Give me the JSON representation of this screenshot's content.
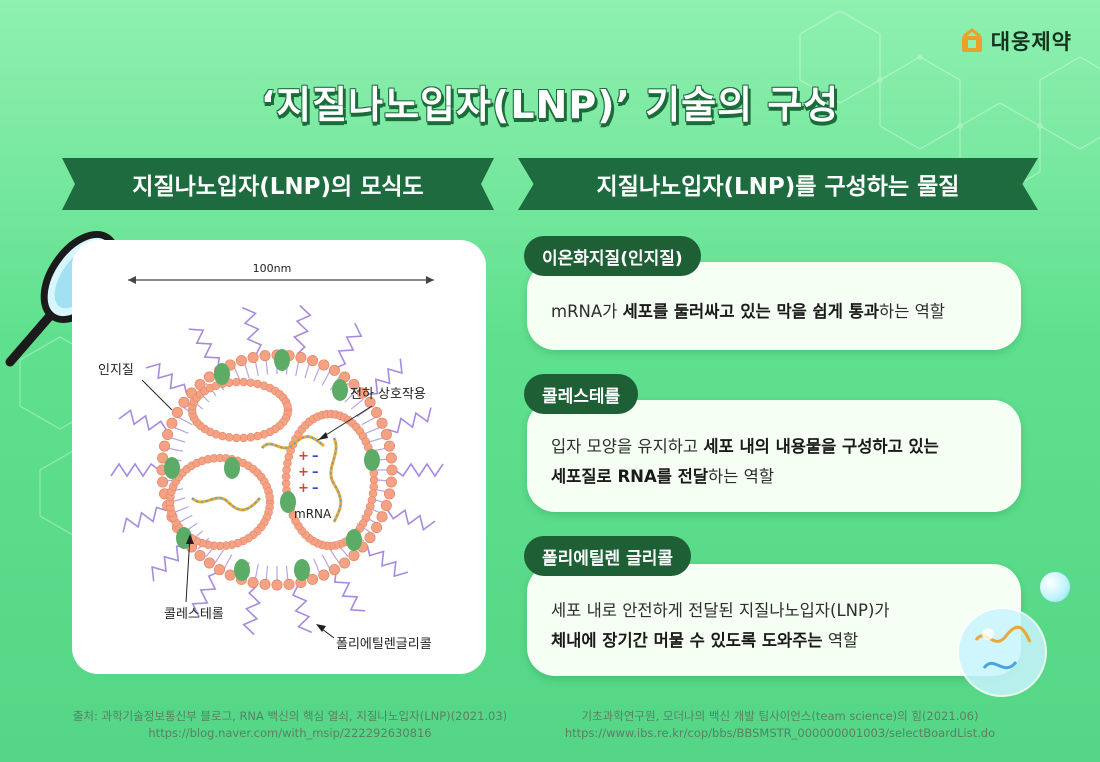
{
  "brand": {
    "name": "대웅제약"
  },
  "title": "‘지질나노입자(LNP)’ 기술의 구성",
  "left_section": {
    "heading": "지질나노입자(LNP)의 모식도",
    "diagram": {
      "scale": "100nm",
      "labels": {
        "lipid": "인지질",
        "charge": "전하 상호작용",
        "mrna": "mRNA",
        "cholesterol": "콜레스테롤",
        "peg": "폴리에틸렌글리콜"
      }
    }
  },
  "right_section": {
    "heading": "지질나노입자(LNP)를 구성하는 물질",
    "items": [
      {
        "name": "이온화지질(인지질)",
        "lines": [
          {
            "plain1": "mRNA가 ",
            "bold": "세포를 둘러싸고 있는 막을 쉽게 통과",
            "plain2": "하는 역할"
          }
        ]
      },
      {
        "name": "콜레스테롤",
        "lines": [
          {
            "plain1": "입자 모양을 유지하고 ",
            "bold": "세포 내의 내용물을 구성하고 있는",
            "plain2": ""
          },
          {
            "plain1": "",
            "bold": "세포질로 RNA를 전달",
            "plain2": "하는 역할"
          }
        ]
      },
      {
        "name": "폴리에틸렌 글리콜",
        "lines": [
          {
            "plain1": "세포 내로 안전하게 전달된 지질나노입자(LNP)가",
            "bold": "",
            "plain2": ""
          },
          {
            "plain1": "",
            "bold": "체내에 장기간 머물 수 있도록 도와주는",
            "plain2": " 역할"
          }
        ]
      }
    ]
  },
  "sources": {
    "left": {
      "line1": "출처: 과학기술정보통신부 블로그, RNA 백신의 핵심 열쇠, 지질나노입자(LNP)(2021.03)",
      "line2": "https://blog.naver.com/with_msip/222292630816"
    },
    "right": {
      "line1": "기초과학연구원, 모더나의 백신 개발 팀사이언스(team science)의 힘(2021.06)",
      "line2": "https://www.ibs.re.kr/cop/bbs/BBSMSTR_000000001003/selectBoardList.do"
    }
  },
  "colors": {
    "ribbon": "#1e6b3f",
    "pill": "#1e5f36",
    "lipid_head": "#f4a184",
    "cholesterol": "#5cab66",
    "tail": "#b9a3e6"
  },
  "icons": [
    "logo-mark-icon",
    "magnifier-icon",
    "rna-bubble-icon"
  ]
}
